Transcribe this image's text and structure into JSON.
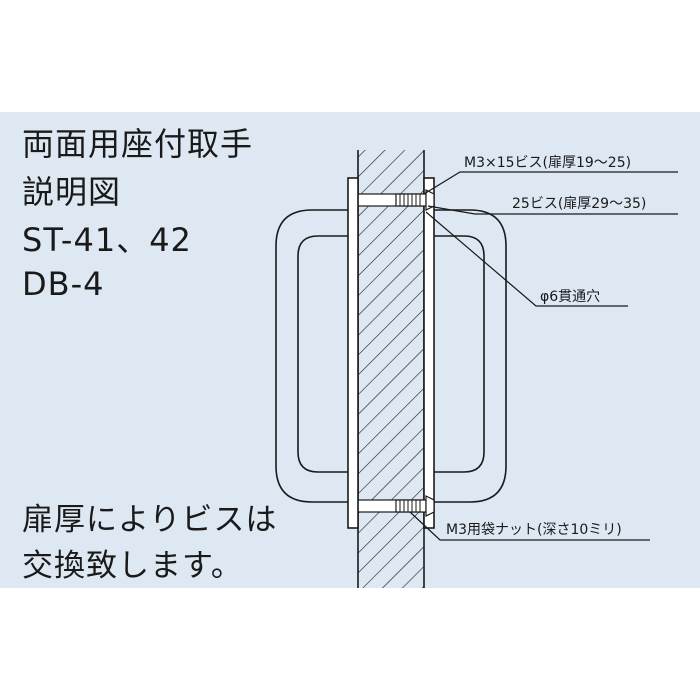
{
  "title": {
    "line1": "両面用座付取手",
    "line2": "説明図",
    "line3": "ST-41、42",
    "line4": "DB-4"
  },
  "note": {
    "line1": "扉厚によりビスは",
    "line2": "交換致します。"
  },
  "callouts": {
    "screw_a": "M3×15ビス(扉厚19～25)",
    "screw_b": "25ビス(扉厚29～35)",
    "hole": "φ6貫通穴",
    "nut": "M3用袋ナット(深さ10ミリ)"
  },
  "colors": {
    "panel_bg": "#dde8f3",
    "line": "#1a1a1a"
  }
}
